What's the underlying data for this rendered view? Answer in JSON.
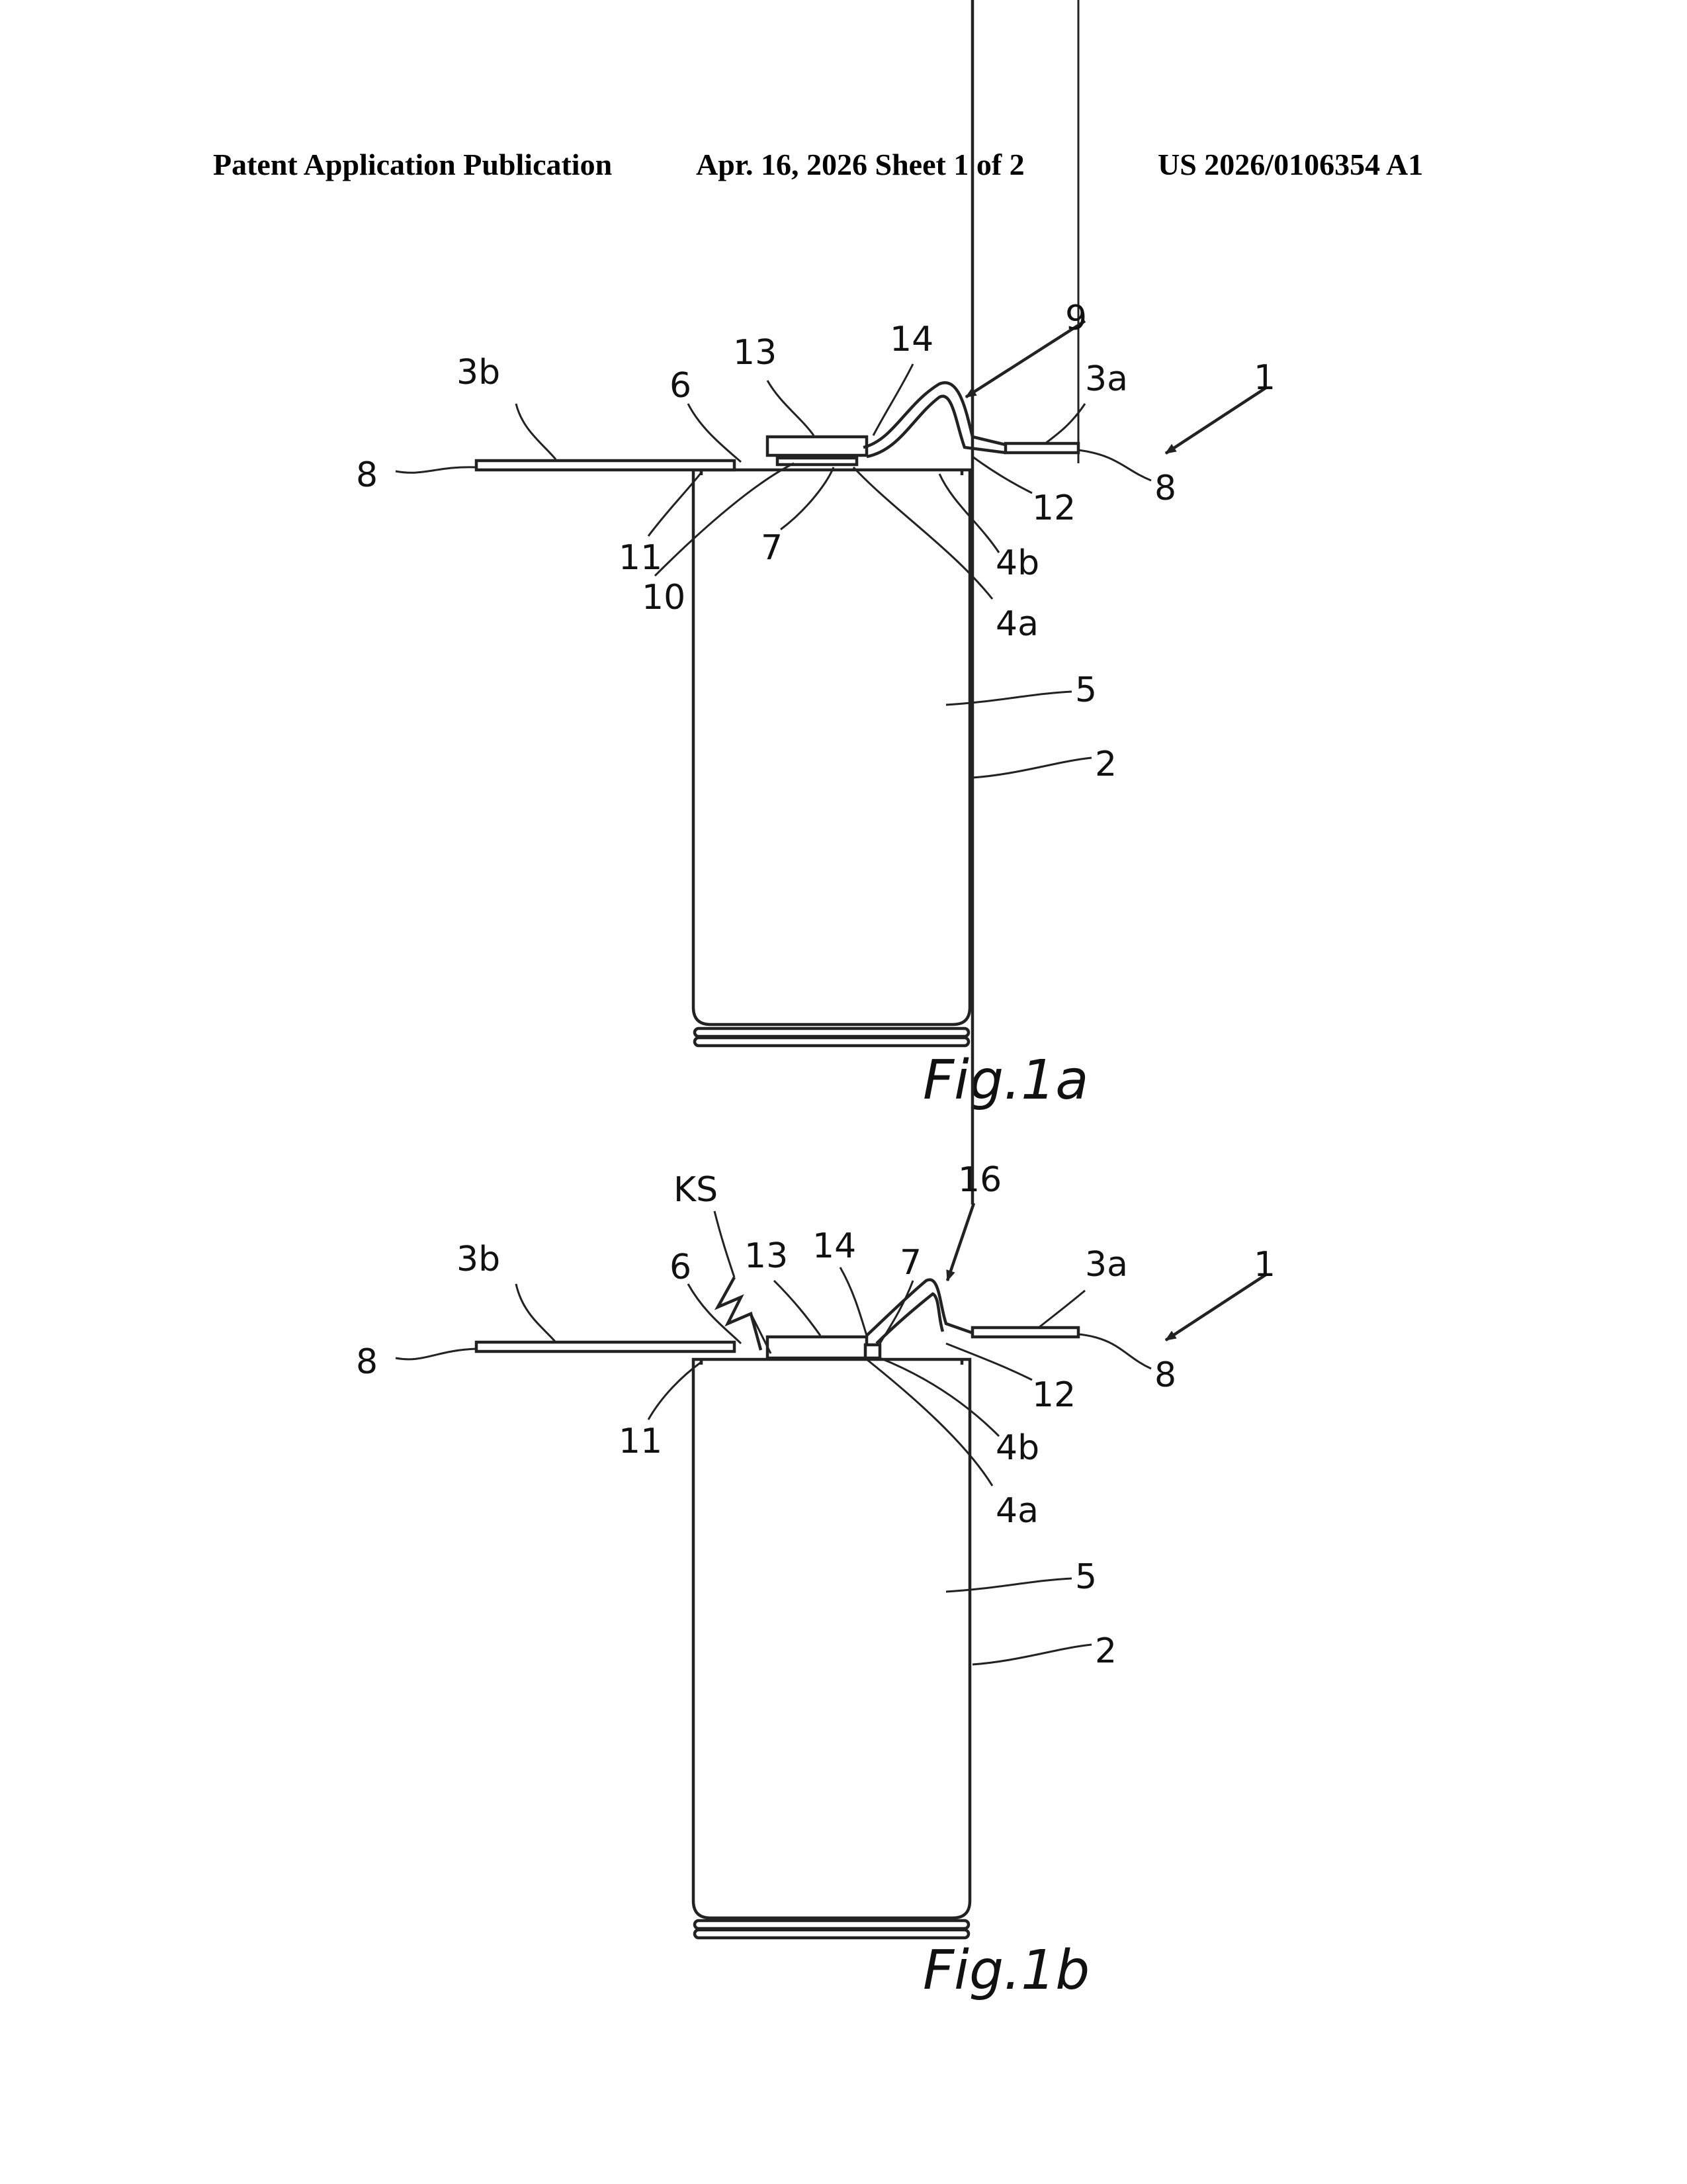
{
  "header": {
    "left": "Patent Application Publication",
    "center": "Apr. 16, 2026  Sheet 1 of 2",
    "right": "US 2026/0106354 A1"
  },
  "figures": [
    {
      "caption": "Fig.1a",
      "labels": {
        "l1": "1",
        "l2": "2",
        "l3a": "3a",
        "l3b": "3b",
        "l4a": "4a",
        "l4b": "4b",
        "l5": "5",
        "l6": "6",
        "l7": "7",
        "l8L": "8",
        "l8R": "8",
        "l9": "9",
        "l10": "10",
        "l11": "11",
        "l12": "12",
        "l13": "13",
        "l14": "14"
      }
    },
    {
      "caption": "Fig.1b",
      "labels": {
        "l1": "1",
        "l2": "2",
        "l3a": "3a",
        "l3b": "3b",
        "l4a": "4a",
        "l4b": "4b",
        "l5": "5",
        "l6": "6",
        "l7": "7",
        "l8L": "8",
        "l8R": "8",
        "l11": "11",
        "l12": "12",
        "l13": "13",
        "l14": "14",
        "l16": "16",
        "lKS": "KS"
      }
    }
  ]
}
